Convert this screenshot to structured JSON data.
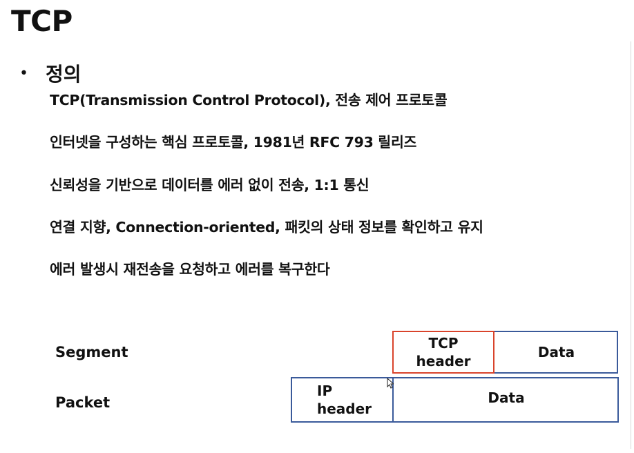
{
  "title": "TCP",
  "bullet": {
    "label": "정의",
    "lines": [
      "TCP(Transmission Control Protocol), 전송 제어 프로토콜",
      "인터넷을 구성하는 핵심 프로토콜, 1981년 RFC 793 릴리즈",
      "신뢰성을 기반으로 데이터를 에러 없이 전송, 1:1 통신",
      "연결 지향, Connection-oriented, 패킷의 상태 정보를 확인하고 유지",
      "에러 발생시 재전송을 요청하고 에러를 복구한다"
    ]
  },
  "diagram": {
    "segment": {
      "label": "Segment",
      "header_line1": "TCP",
      "header_line2": "header",
      "data": "Data"
    },
    "packet": {
      "label": "Packet",
      "header_line1": "IP",
      "header_line2": "header",
      "data": "Data"
    },
    "colors": {
      "box_border": "#3a5a9a",
      "tcp_header_border": "#d9432b"
    }
  }
}
